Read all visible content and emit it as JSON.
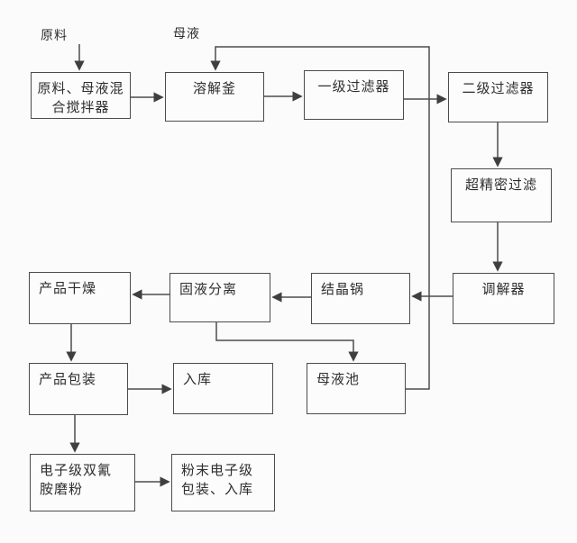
{
  "diagram": {
    "type": "flowchart",
    "description": "Production process flow diagram",
    "colors": {
      "background": "#fbfbfb",
      "line": "#4c4c4c",
      "text": "#2e2e2e"
    },
    "labels": {
      "raw_material": "原料",
      "mother_liquor": "母液"
    },
    "nodes": {
      "mixer": "原料、母液混\n合搅拌器",
      "dissolving_kettle": "溶解釜",
      "primary_filter": "一级过滤器",
      "secondary_filter": "二级过滤器",
      "ultra_precision_filter": "超精密过滤",
      "regulator": "调解器",
      "crystallization_pot": "结晶锅",
      "solid_liquid_separation": "固液分离",
      "product_drying": "产品干燥",
      "product_packaging": "产品包装",
      "warehousing": "入库",
      "mother_liquor_pool": "母液池",
      "dicyandiamide_grinding": "电子级双氰\n胺磨粉",
      "powder_packaging_warehousing": "粉末电子级\n包装、入库"
    }
  }
}
